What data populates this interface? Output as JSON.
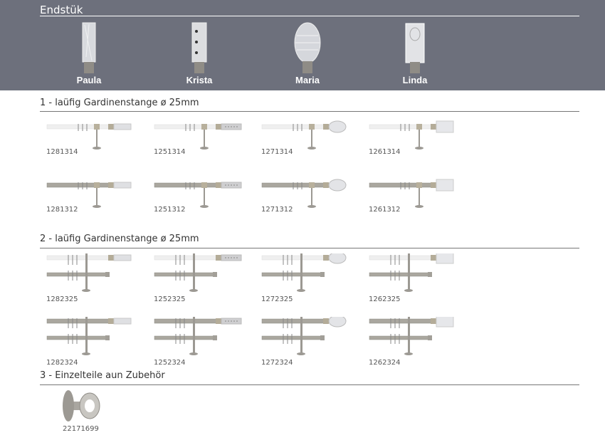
{
  "header": {
    "title": "Endstük",
    "finials": [
      {
        "name": "Paula"
      },
      {
        "name": "Krista"
      },
      {
        "name": "Maria"
      },
      {
        "name": "Linda"
      }
    ]
  },
  "sections": [
    {
      "title": "1 - laüfig Gardinenstange ø 25mm",
      "rows": [
        [
          "1281314",
          "1251314",
          "1271314",
          "1261314"
        ],
        [
          "1281312",
          "1251312",
          "1271312",
          "1261312"
        ]
      ]
    },
    {
      "title": "2 - laüfig Gardinenstange ø 25mm",
      "rows": [
        [
          "1282325",
          "1252325",
          "1272325",
          "1262325"
        ],
        [
          "1282324",
          "1252324",
          "1272324",
          "1262324"
        ]
      ]
    },
    {
      "title": "3 - Einzelteile aun Zubehör",
      "items": [
        "22171699"
      ]
    }
  ],
  "colors": {
    "band": "#6d707c",
    "steel": "#a8a59f",
    "white_rod": "#eeeeee"
  }
}
